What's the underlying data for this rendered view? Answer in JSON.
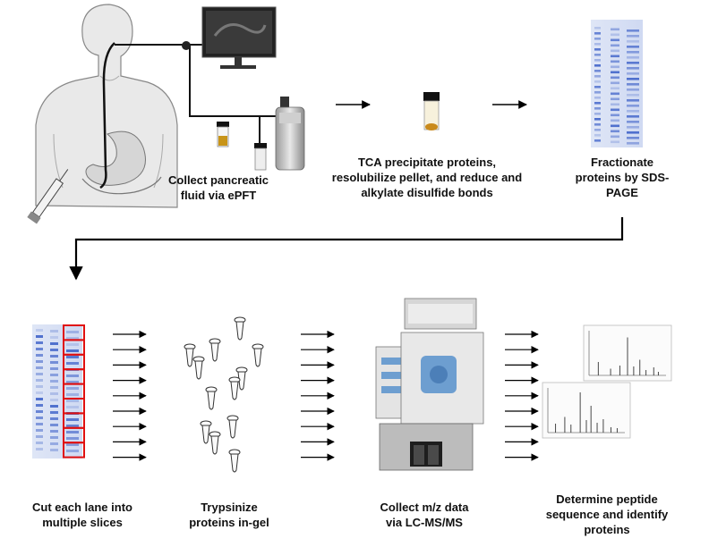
{
  "captions": {
    "collect": [
      "Collect  pancreatic",
      "fluid via ePFT"
    ],
    "tca": [
      "TCA precipitate proteins,",
      "resolubilize pellet, and reduce and",
      "alkylate disulfide bonds"
    ],
    "fractionate": [
      "Fractionate",
      "proteins by SDS-",
      "PAGE"
    ],
    "cut": [
      "Cut each lane into",
      "multiple slices"
    ],
    "trypsinize": [
      "Trypsinize",
      "proteins in-gel"
    ],
    "lcms": [
      "Collect  m/z data",
      "via LC-MS/MS"
    ],
    "identify": [
      "Determine peptide",
      "sequence and identify",
      "proteins"
    ]
  },
  "colors": {
    "arrow": "#000000",
    "gel_blue": "#3f63c9",
    "slice_box": "#e01010",
    "instrument_blue": "#6d9ed0",
    "fluid": "#c89418"
  }
}
